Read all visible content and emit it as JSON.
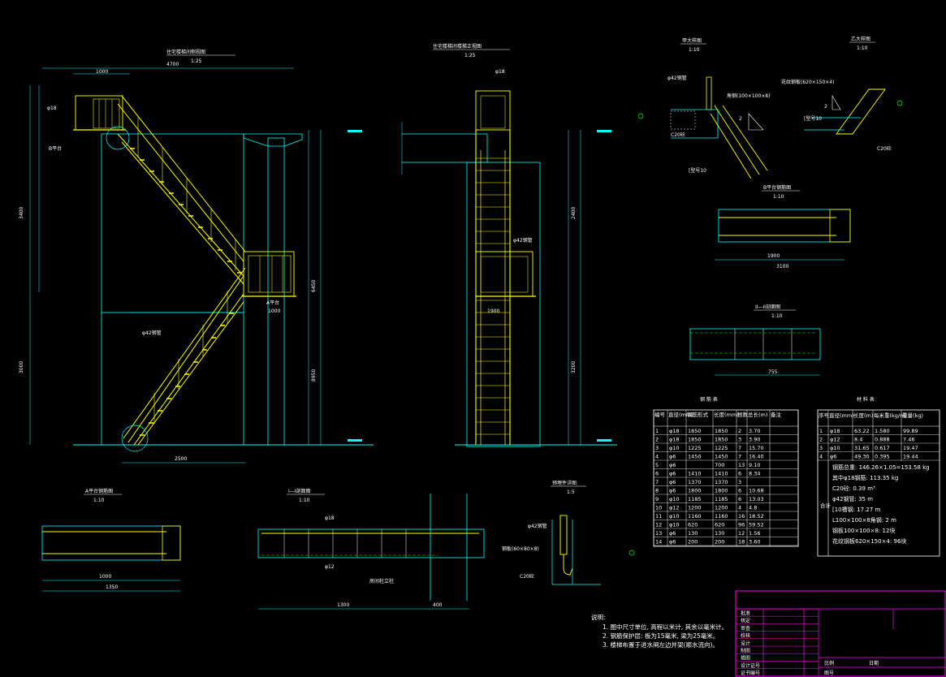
{
  "drawing": {
    "views": {
      "side_view_title": "住宅楼梯间侧视图",
      "side_view_scale": "1:25",
      "front_view_title": "住宅楼梯间楼梯正视图",
      "front_view_scale": "1:25",
      "detail_a_title": "甲大样图",
      "detail_a_scale": "1:10",
      "detail_b_title": "乙大样图",
      "detail_b_scale": "1:10",
      "platform_b_title": "B平台钢筋图",
      "platform_b_scale": "1:10",
      "section_2_title": "II—II剖面图",
      "section_2_scale": "1:10",
      "platform_a_title": "A平台钢筋图",
      "platform_a_scale": "1:10",
      "section_1_title": "I—I剖面图",
      "section_1_scale": "1:10",
      "embed_title": "预埋件详图",
      "embed_scale": "1:5"
    },
    "labels": {
      "pipe42": "φ42钢管",
      "pipe42_b": "φ42钢管",
      "platform_b": "B平台",
      "platform_a": "A平台",
      "angle_steel": "角钢(100×100×8)",
      "checkered": "花纹钢板(620×150×4)",
      "channel10": "[型号10",
      "channel10_b": "[型号10",
      "c20": "C20砼",
      "c20_b": "C20砼",
      "c20_c": "C20砼",
      "plate": "钢板(60×80×8)",
      "wall_column": "房间柱立柱",
      "phi18": "φ18",
      "phi12": "φ12",
      "phi10": "φ10",
      "phi6": "φ6"
    },
    "dims": {
      "d4700": "4700",
      "d1000": "1000",
      "d2500": "2500",
      "d3400": "3400",
      "d3000": "3000",
      "d6450": "6450",
      "d8950": "8950",
      "d1900": "1900",
      "d1350": "1350",
      "d1300": "1300",
      "d400": "400",
      "d3100": "3100",
      "d755": "755",
      "d2400": "2400",
      "d3200": "3200"
    },
    "rebar_table": {
      "title": "钢 筋 表",
      "headers": [
        "编号",
        "直径(mm)",
        "钢筋形式",
        "长度(mm)",
        "根数",
        "总长(m)",
        "备注"
      ],
      "rows": [
        [
          "1",
          "φ18",
          "1850",
          "1850",
          "2",
          "3.70",
          ""
        ],
        [
          "2",
          "φ18",
          "1850",
          "1850",
          "3",
          "3.90",
          ""
        ],
        [
          "3",
          "φ10",
          "1225",
          "1225",
          "7",
          "15.70",
          ""
        ],
        [
          "4",
          "φ6",
          "1450",
          "1450",
          "7",
          "16.40",
          ""
        ],
        [
          "5",
          "φ6",
          "",
          "700",
          "13",
          "9.10",
          ""
        ],
        [
          "6",
          "φ6",
          "1410",
          "1410",
          "6",
          "8.34",
          ""
        ],
        [
          "7",
          "φ6",
          "1370",
          "1370",
          "3",
          "",
          ""
        ],
        [
          "8",
          "φ6",
          "1800",
          "1800",
          "6",
          "10.68",
          ""
        ],
        [
          "9",
          "φ10",
          "1185",
          "1185",
          "6",
          "13.03",
          ""
        ],
        [
          "10",
          "φ12",
          "1200",
          "1200",
          "4",
          "4.8",
          ""
        ],
        [
          "11",
          "φ10",
          "1160",
          "1160",
          "16",
          "18.52",
          ""
        ],
        [
          "12",
          "φ10",
          "620",
          "620",
          "96",
          "59.52",
          ""
        ],
        [
          "13",
          "φ6",
          "130",
          "130",
          "12",
          "1.56",
          ""
        ],
        [
          "14",
          "φ6",
          "200",
          "200",
          "18",
          "3.60",
          ""
        ]
      ]
    },
    "material_table": {
      "title": "材 料 表",
      "headers": [
        "序号",
        "直径(mm)",
        "长度(m)",
        "每米重(kg/m)",
        "重量(kg)"
      ],
      "rows": [
        [
          "1",
          "φ18",
          "63.22",
          "1.580",
          "99.89"
        ],
        [
          "2",
          "φ12",
          "8.4",
          "0.888",
          "7.46"
        ],
        [
          "3",
          "φ10",
          "31.65",
          "0.617",
          "19.47"
        ],
        [
          "4",
          "φ6",
          "49.30",
          "0.395",
          "19.44"
        ]
      ],
      "summary": [
        "钢筋总重: 146.26×1.05=153.58 kg",
        "其中φ18钢筋: 113.35 kg",
        "C20砼: 0.39 m³",
        "φ42钢管: 35 m",
        "[10槽钢: 17.27 m",
        "L100×100×8角钢: 2 m",
        "钢板100×100×8: 12块",
        "花纹钢板620×150×4: 96块"
      ],
      "total_label": "合计"
    },
    "notes": {
      "heading": "说明:",
      "items": [
        "1. 图中尺寸单位, 高程以米计, 其余以毫米计。",
        "2. 钢筋保护层: 板为15毫米, 梁为25毫米。",
        "3. 楼梯布置于进水闸左边并架(顺水流向)。"
      ]
    },
    "title_block": {
      "labels": [
        "批准",
        "核定",
        "审查",
        "校核",
        "设计",
        "制图",
        "描图",
        "设计证号",
        "证书编号"
      ],
      "date_label": "日期",
      "num_label": "图号",
      "ratio_label": "比例"
    },
    "colors": {
      "background": "#000000",
      "structure": "#00ffff",
      "stair": "#ffff00",
      "text": "#ffffff",
      "green": "#00ff00",
      "border": "#ff00ff",
      "blue": "#0000ff"
    }
  }
}
